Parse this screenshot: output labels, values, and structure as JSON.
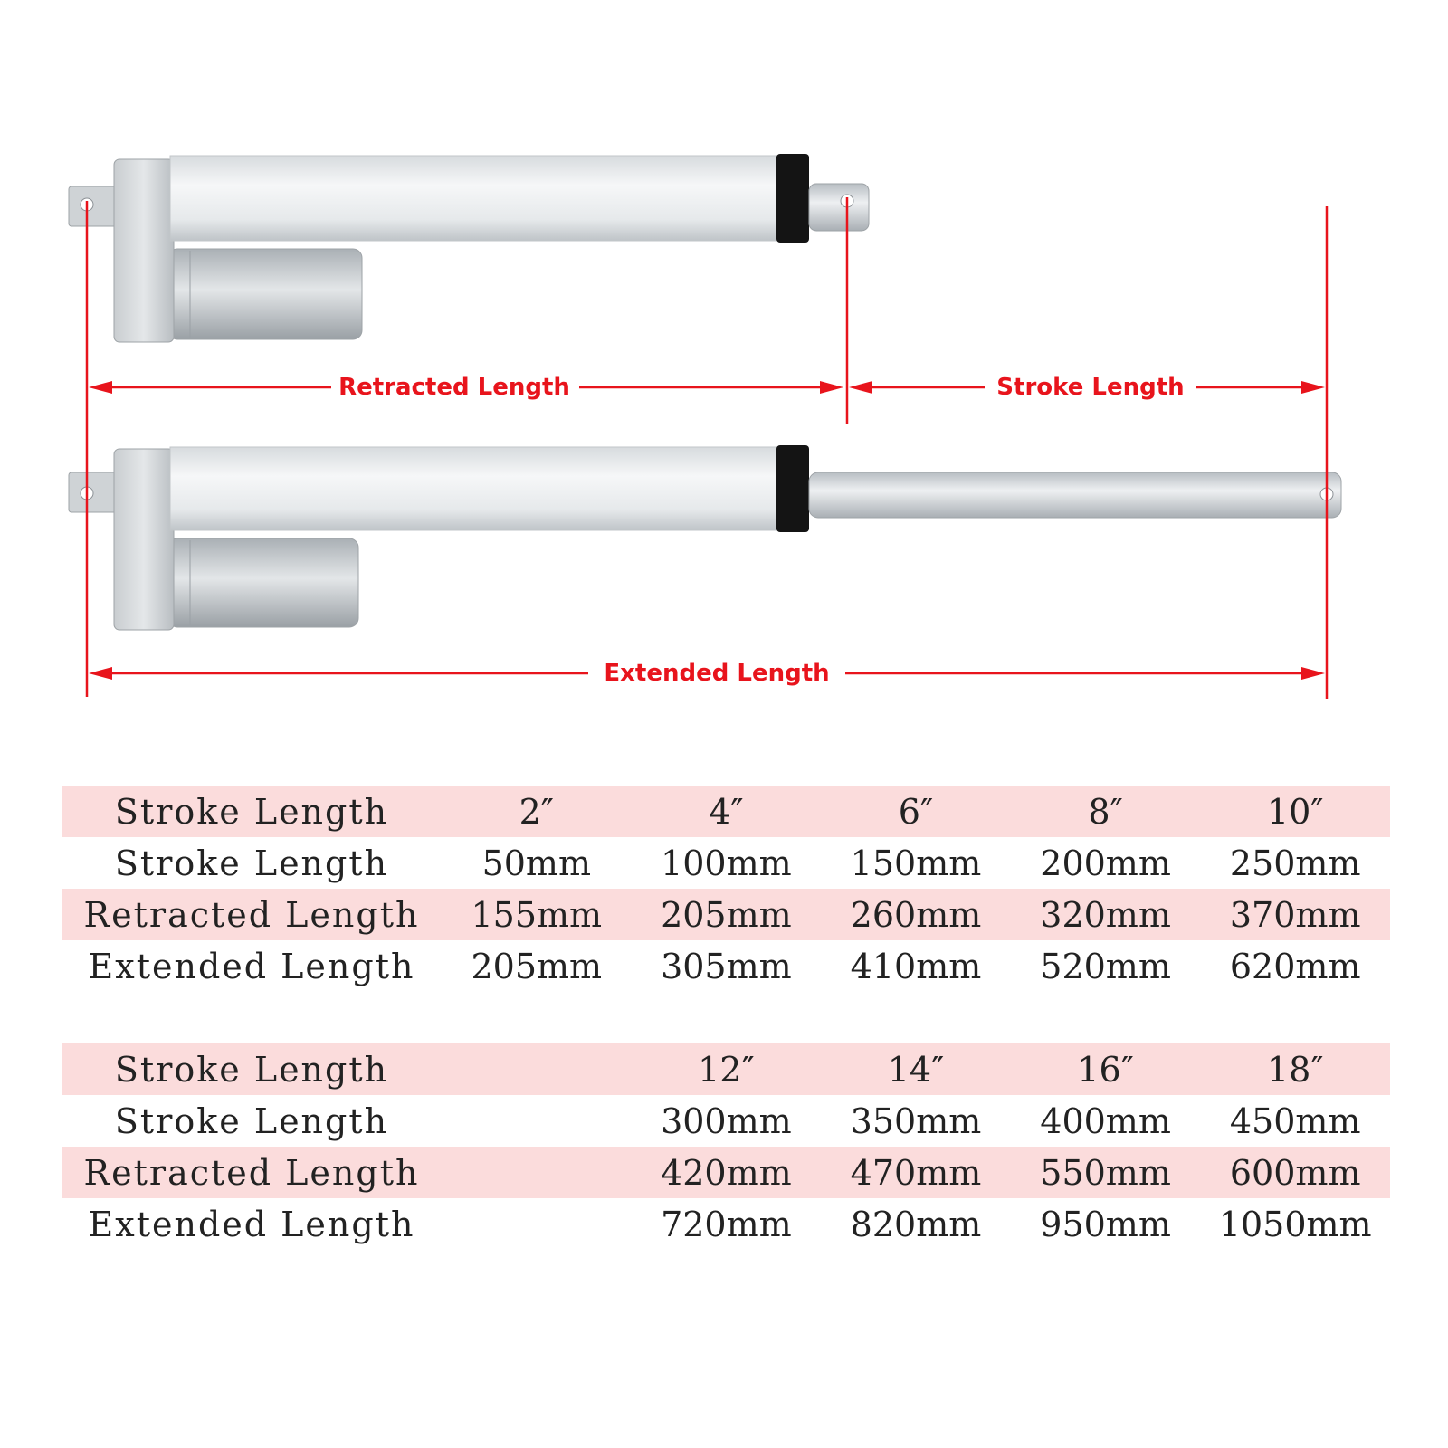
{
  "diagram": {
    "labels": {
      "retracted": "Retracted Length",
      "stroke": "Stroke Length",
      "extended": "Extended Length"
    },
    "colors": {
      "dimension": "#e8141c",
      "tube": "#e9ecee",
      "rod": "#cfd4d8",
      "motor": "#c4c8cc",
      "seal": "#141414",
      "table_band": "#fbdcdc"
    }
  },
  "tables": [
    {
      "rows": [
        {
          "label": "Stroke Length",
          "values": [
            "2″",
            "4″",
            "6″",
            "8″",
            "10″"
          ]
        },
        {
          "label": "Stroke Length",
          "values": [
            "50mm",
            "100mm",
            "150mm",
            "200mm",
            "250mm"
          ]
        },
        {
          "label": "Retracted Length",
          "values": [
            "155mm",
            "205mm",
            "260mm",
            "320mm",
            "370mm"
          ]
        },
        {
          "label": "Extended Length",
          "values": [
            "205mm",
            "305mm",
            "410mm",
            "520mm",
            "620mm"
          ]
        }
      ]
    },
    {
      "rows": [
        {
          "label": "Stroke Length",
          "values": [
            "",
            "12″",
            "14″",
            "16″",
            "18″"
          ]
        },
        {
          "label": "Stroke Length",
          "values": [
            "",
            "300mm",
            "350mm",
            "400mm",
            "450mm"
          ]
        },
        {
          "label": "Retracted Length",
          "values": [
            "",
            "420mm",
            "470mm",
            "550mm",
            "600mm"
          ]
        },
        {
          "label": "Extended Length",
          "values": [
            "",
            "720mm",
            "820mm",
            "950mm",
            "1050mm"
          ]
        }
      ]
    }
  ]
}
